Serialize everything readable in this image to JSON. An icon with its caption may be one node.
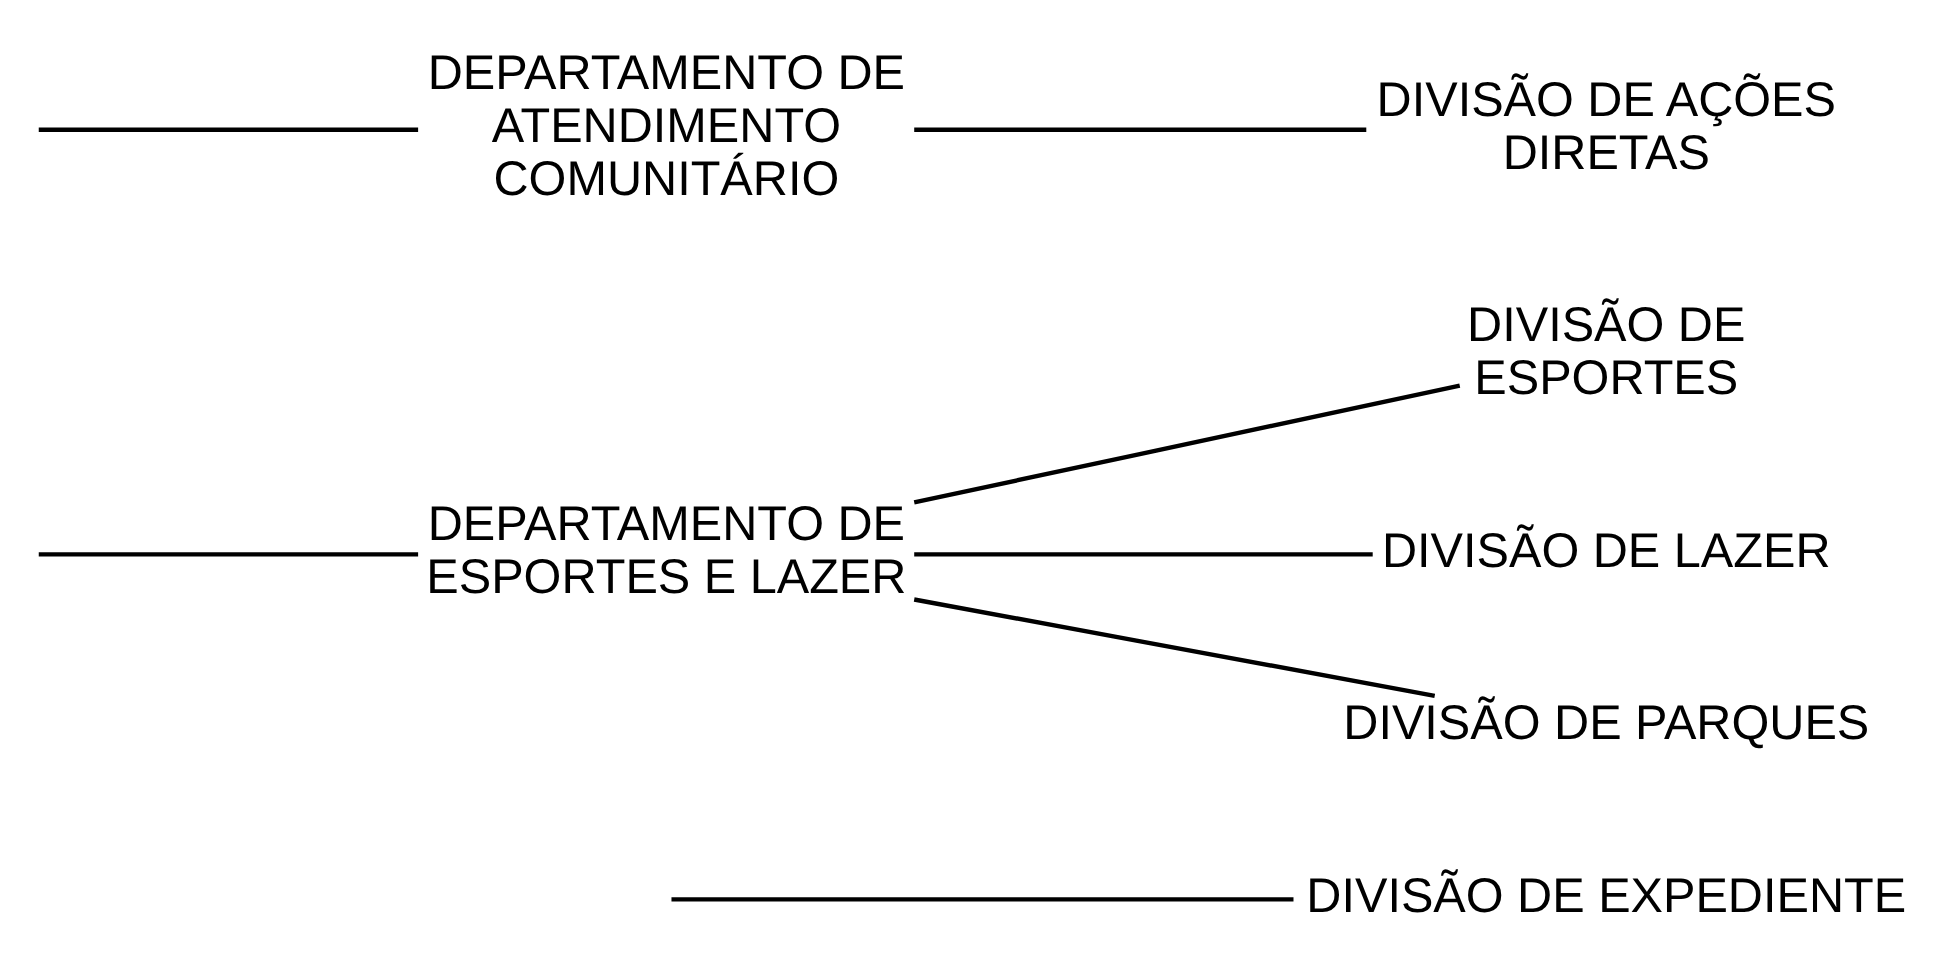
{
  "diagram": {
    "nodes": [
      {
        "text": [
          "DIVISÃO DE EXPEDIENTE"
        ]
      },
      {
        "text": [
          "DEPARTAMENTO DE ESPORTES E LAZER"
        ]
      },
      {
        "text": [
          "DIVISÃO DE ESPORTES"
        ]
      },
      {
        "text": [
          "DIVISÃO DE LAZER"
        ]
      },
      {
        "text": [
          "DIVISÃO DE PARQUES"
        ]
      },
      {
        "text": [
          "DEPARTAMENTO DE ATENDIMENTO COMUNITÁRIO"
        ]
      },
      {
        "text": [
          "DIVISÃO DE AÇÕES DIRETAS"
        ]
      }
    ],
    "edges": [
      {
        "from": null,
        "to": 0,
        "arrow": "none"
      },
      {
        "from": null,
        "to": 1,
        "arrow": "none"
      },
      {
        "from": null,
        "to": 5,
        "arrow": "none"
      },
      {
        "from": 1,
        "to": 2,
        "arrow": "none"
      },
      {
        "from": 1,
        "to": 3,
        "arrow": "none"
      },
      {
        "from": 1,
        "to": 4,
        "arrow": "none"
      },
      {
        "from": 5,
        "to": 6,
        "arrow": "none"
      }
    ]
  }
}
